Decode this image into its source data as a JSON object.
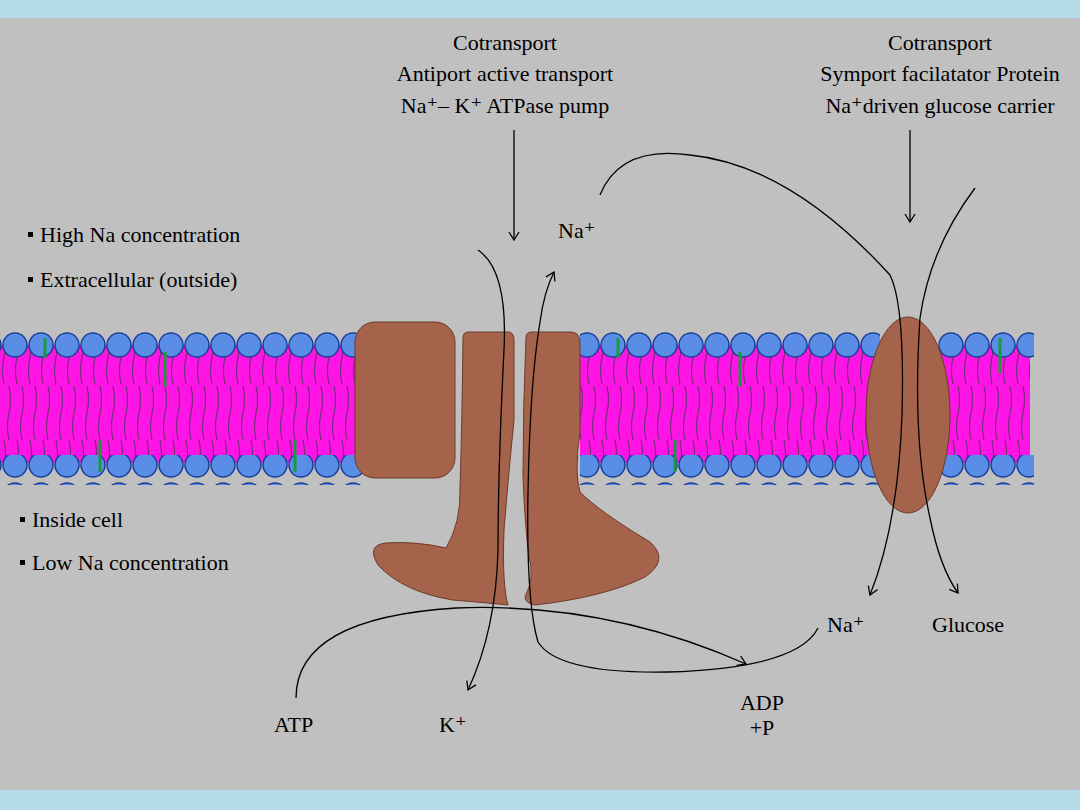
{
  "diagram": {
    "labels": [
      "Cotransport",
      "Antiport active transport",
      "Na⁺– K⁺ ATPase pump",
      "Cotransport",
      "Symport facilatator Protein",
      "Na⁺driven glucose carrier",
      "High Na concentration",
      "Extracellular (outside)",
      "Na⁺",
      "Inside cell",
      "Low Na concentration",
      "Na⁺",
      "Glucose",
      "ATP",
      "K⁺",
      "ADP +P"
    ]
  }
}
